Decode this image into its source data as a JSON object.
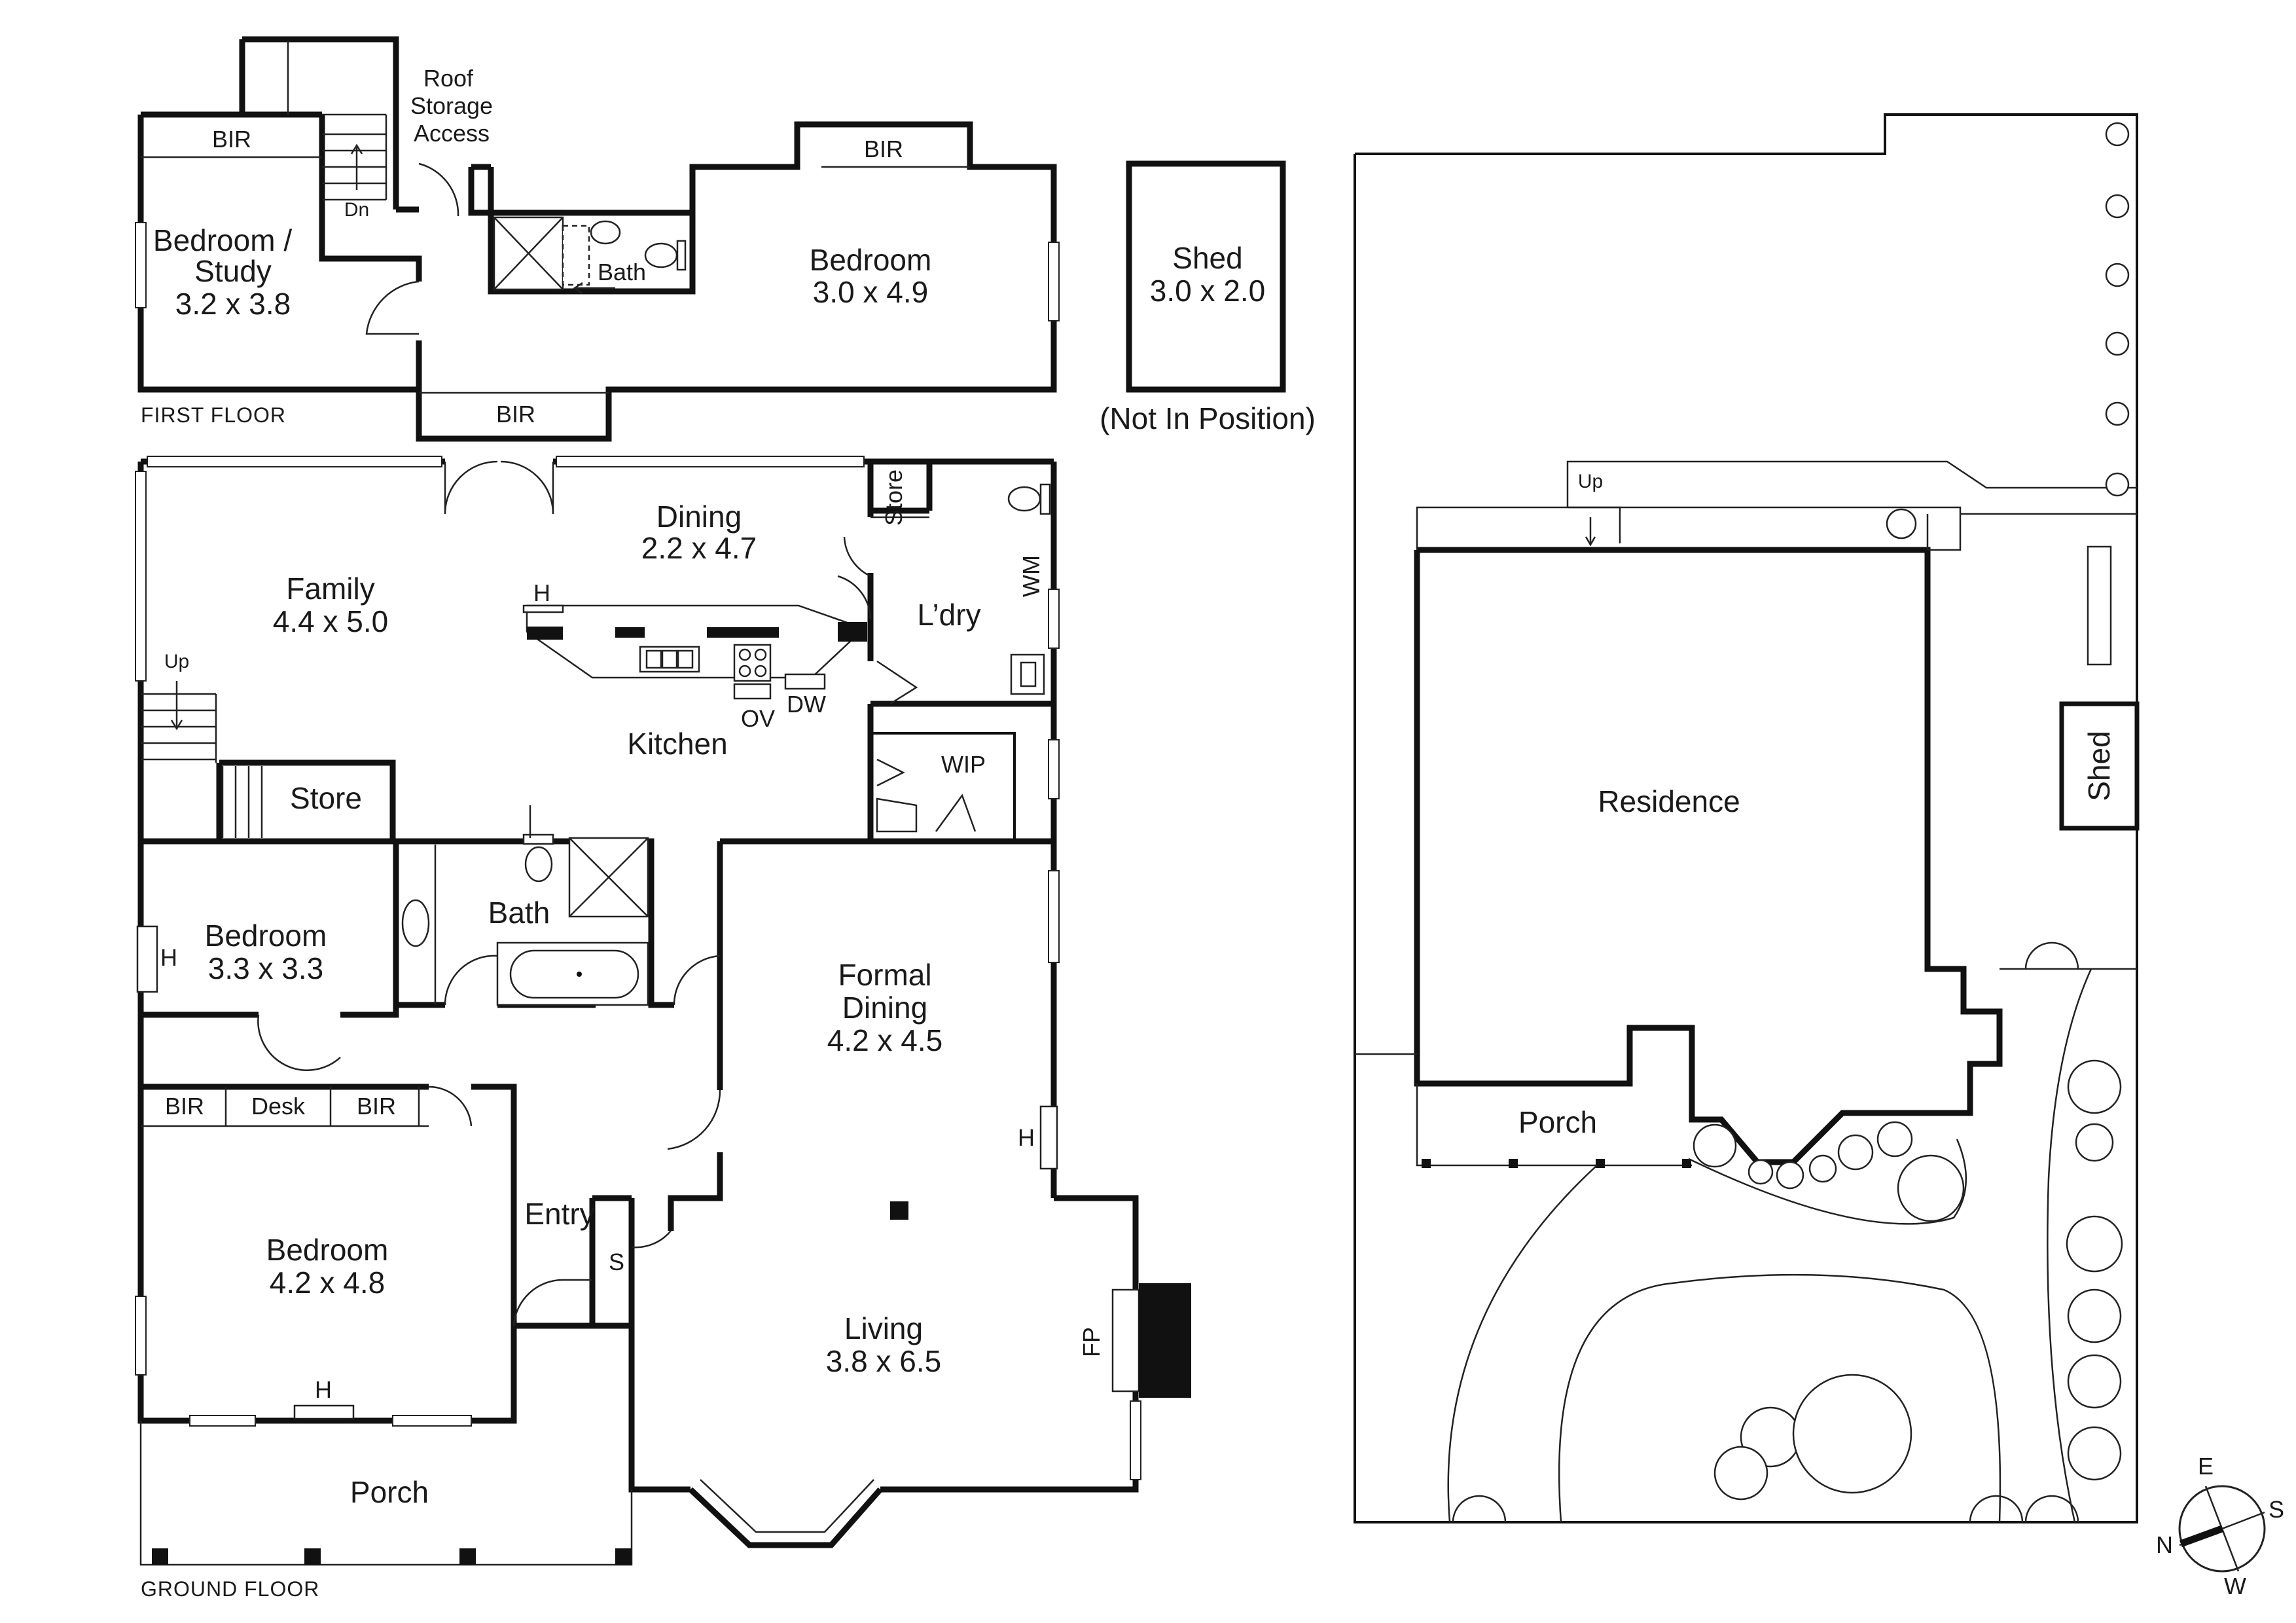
{
  "first_floor": {
    "floor_label": "FIRST FLOOR",
    "rooms": {
      "bedroom_study": {
        "name": "Bedroom /\nStudy",
        "name_line1": "Bedroom /",
        "name_line2": "Study",
        "size": "3.2 x 3.8"
      },
      "bedroom": {
        "name": "Bedroom",
        "size": "3.0 x 4.9"
      },
      "bath": {
        "name": "Bath"
      }
    },
    "labels": {
      "bir_left": "BIR",
      "bir_right": "BIR",
      "bir_bottom": "BIR",
      "roof_line1": "Roof",
      "roof_line2": "Storage",
      "roof_line3": "Access",
      "stair_dn": "Dn"
    }
  },
  "shed": {
    "name": "Shed",
    "size": "3.0 x 2.0",
    "note": "(Not In Position)"
  },
  "ground_floor": {
    "floor_label": "GROUND FLOOR",
    "rooms": {
      "family": {
        "name": "Family",
        "size": "4.4 x 5.0"
      },
      "dining": {
        "name": "Dining",
        "size": "2.2 x 4.7"
      },
      "laundry": {
        "name": "L’dry"
      },
      "kitchen": {
        "name": "Kitchen"
      },
      "store_upper": {
        "name": "Store"
      },
      "store_lower": {
        "name": "Store"
      },
      "wip": {
        "name": "WIP"
      },
      "bedroom_mid": {
        "name": "Bedroom",
        "size": "3.3 x 3.3"
      },
      "bath": {
        "name": "Bath"
      },
      "formal_dining": {
        "name_line1": "Formal",
        "name_line2": "Dining",
        "size": "4.2 x 4.5"
      },
      "bedroom_main": {
        "name": "Bedroom",
        "size": "4.2 x 4.8"
      },
      "entry": {
        "name": "Entry"
      },
      "living": {
        "name": "Living",
        "size": "3.8 x 6.5"
      },
      "porch": {
        "name": "Porch"
      }
    },
    "labels": {
      "heater_kitchen": "H",
      "heater_bedroom_mid": "H",
      "heater_bedroom_main": "H",
      "heater_formal": "H",
      "stair_up": "Up",
      "wm": "WM",
      "ov": "OV",
      "dw": "DW",
      "bir_1": "BIR",
      "desk": "Desk",
      "bir_2": "BIR",
      "s": "S",
      "fp": "FP"
    }
  },
  "site_plan": {
    "residence": "Residence",
    "porch": "Porch",
    "shed": "Shed",
    "stair_up": "Up"
  },
  "compass": {
    "n": "N",
    "e": "E",
    "s": "S",
    "w": "W"
  }
}
